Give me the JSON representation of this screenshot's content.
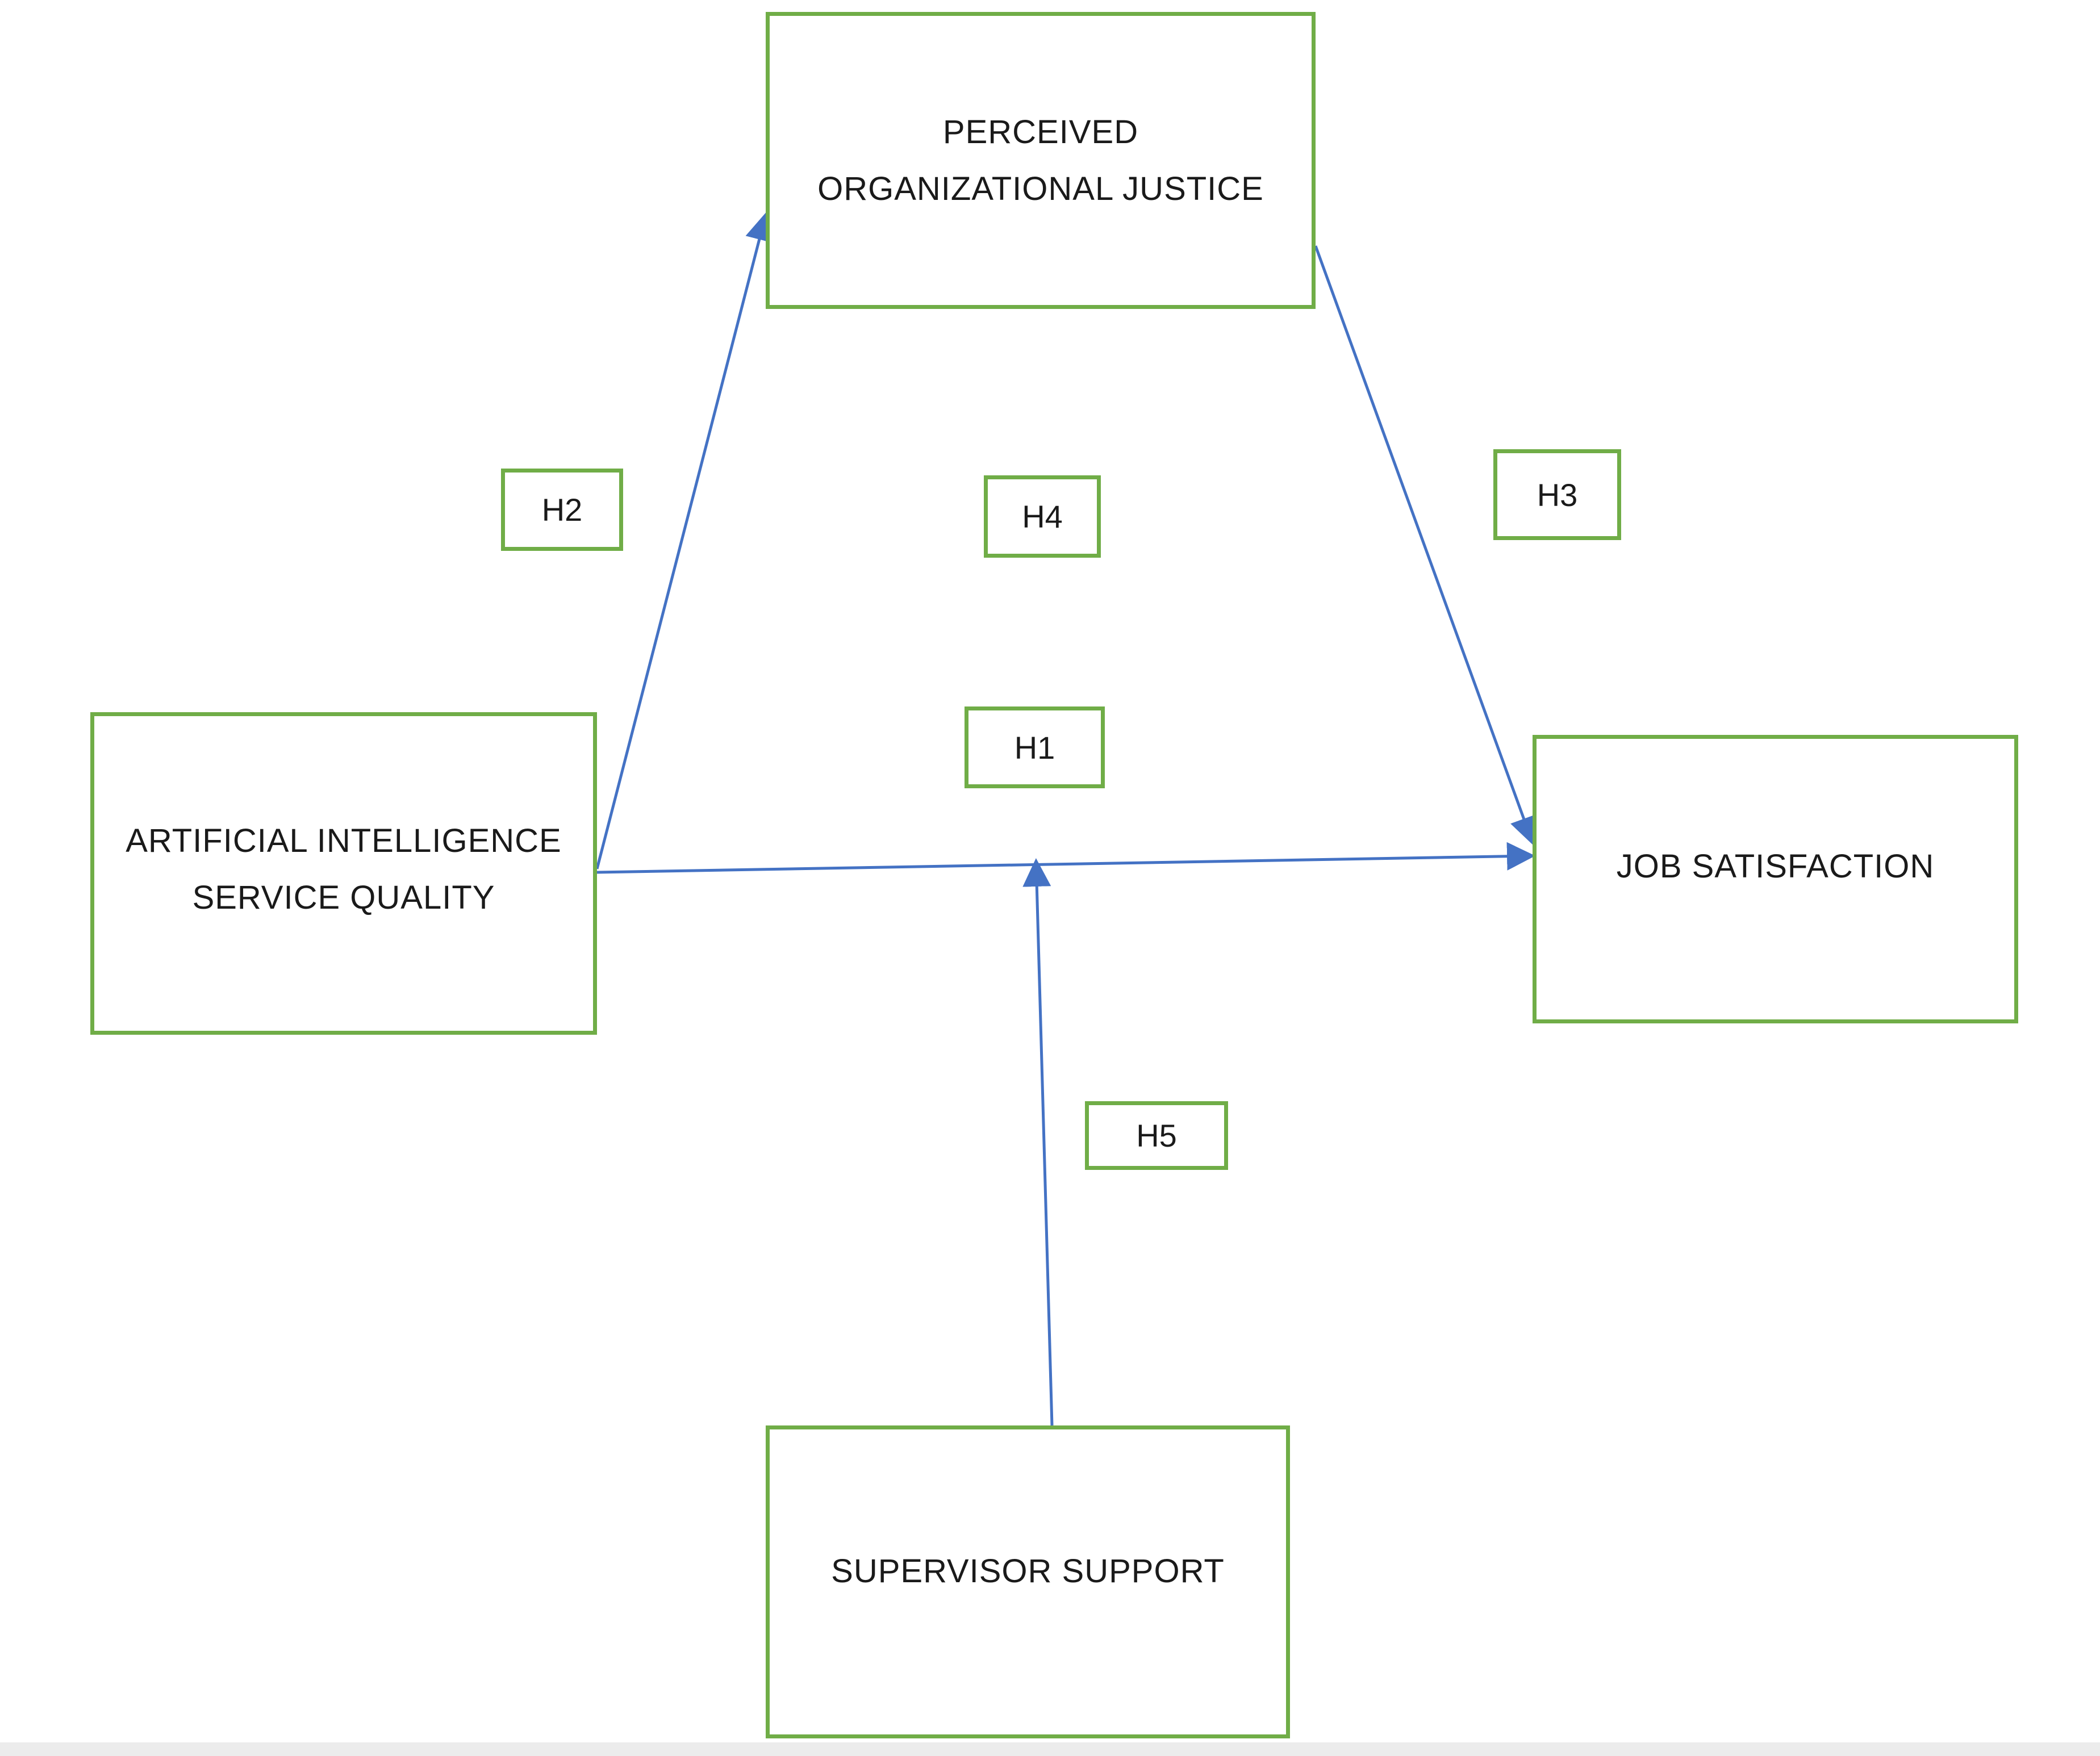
{
  "constructs": {
    "perceived_justice": {
      "line1": "PERCEIVED",
      "line2": "ORGANIZATIONAL JUSTICE"
    },
    "ai_service_quality": {
      "line1": "ARTIFICIAL INTELLIGENCE",
      "line2": "SERVICE QUALITY"
    },
    "job_satisfaction": {
      "line1": "JOB SATISFACTION"
    },
    "supervisor_support": {
      "line1": "SUPERVISOR SUPPORT"
    }
  },
  "hypotheses": {
    "h1": "H1",
    "h2": "H2",
    "h3": "H3",
    "h4": "H4",
    "h5": "H5"
  },
  "relations": [
    {
      "from": "ARTIFICIAL INTELLIGENCE SERVICE QUALITY",
      "to": "PERCEIVED ORGANIZATIONAL JUSTICE",
      "label": "H2"
    },
    {
      "from": "PERCEIVED ORGANIZATIONAL JUSTICE",
      "to": "JOB SATISFACTION",
      "label": "H3"
    },
    {
      "from": "ARTIFICIAL INTELLIGENCE SERVICE QUALITY",
      "to": "JOB SATISFACTION",
      "label": "H1"
    },
    {
      "from": "SUPERVISOR SUPPORT",
      "to": "H1 path",
      "label": "H5"
    }
  ],
  "colors": {
    "box_border": "#70ad47",
    "arrow": "#4472c4"
  }
}
